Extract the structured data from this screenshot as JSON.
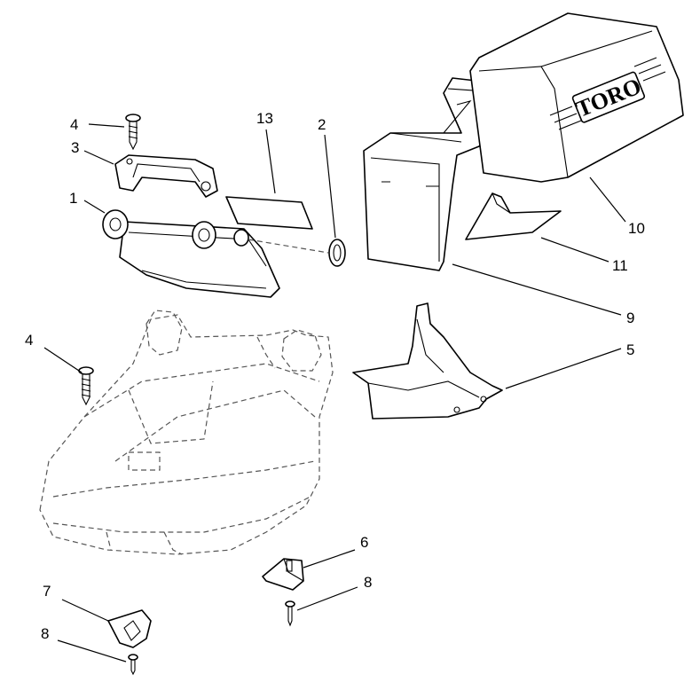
{
  "callouts": {
    "c1": "1",
    "c2": "2",
    "c3": "3",
    "c4a": "4",
    "c4b": "4",
    "c5": "5",
    "c6": "6",
    "c7": "7",
    "c8a": "8",
    "c8b": "8",
    "c9": "9",
    "c10": "10",
    "c11": "11",
    "c13": "13"
  },
  "brand_text": "TORO"
}
